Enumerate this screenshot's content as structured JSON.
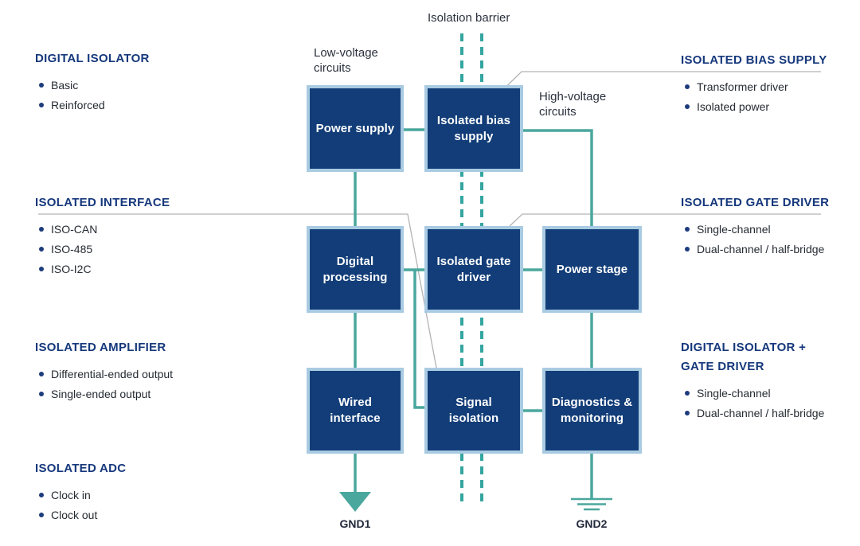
{
  "diagram": {
    "title": "Isolation barrier",
    "low_voltage_label": "Low-voltage\ncircuits",
    "high_voltage_label": "High-voltage\ncircuits",
    "gnd1_label": "GND1",
    "gnd2_label": "GND2"
  },
  "blocks": [
    {
      "id": "power-supply",
      "label": "Power supply"
    },
    {
      "id": "isolated-bias-supply",
      "label": "Isolated bias\nsupply"
    },
    {
      "id": "digital-processing",
      "label": "Digital\nprocessing"
    },
    {
      "id": "isolated-gate-driver",
      "label": "Isolated gate\ndriver"
    },
    {
      "id": "power-stage",
      "label": "Power stage"
    },
    {
      "id": "wired-interface",
      "label": "Wired\ninterface"
    },
    {
      "id": "signal-isolation",
      "label": "Signal\nisolation"
    },
    {
      "id": "diagnostics-monitoring",
      "label": "Diagnostics &\nmonitoring"
    }
  ],
  "categories": {
    "left": [
      {
        "title": "DIGITAL ISOLATOR",
        "items": [
          "Basic",
          "Reinforced"
        ]
      },
      {
        "title": "ISOLATED INTERFACE",
        "items": [
          "ISO-CAN",
          "ISO-485",
          "ISO-I2C"
        ]
      },
      {
        "title": "ISOLATED AMPLIFIER",
        "items": [
          "Differential-ended output",
          "Single-ended output"
        ]
      },
      {
        "title": "ISOLATED ADC",
        "items": [
          "Clock in",
          "Clock out"
        ]
      }
    ],
    "right": [
      {
        "title": "ISOLATED BIAS SUPPLY",
        "items": [
          "Transformer driver",
          "Isolated power"
        ]
      },
      {
        "title": "ISOLATED GATE DRIVER",
        "items": [
          "Single-channel",
          "Dual-channel / half-bridge"
        ]
      },
      {
        "title": "DIGITAL ISOLATOR + GATE DRIVER",
        "items": [
          "Single-channel",
          "Dual-channel / half-bridge"
        ]
      }
    ]
  },
  "colors": {
    "block_fill": "#123d78",
    "block_border": "#a9cbe2",
    "connector_teal": "#4aa79d",
    "barrier_dash_teal": "#35a5a0",
    "heading_navy": "#16387c",
    "body_text": "#252b33",
    "leader_gray": "#b3b3b3"
  }
}
